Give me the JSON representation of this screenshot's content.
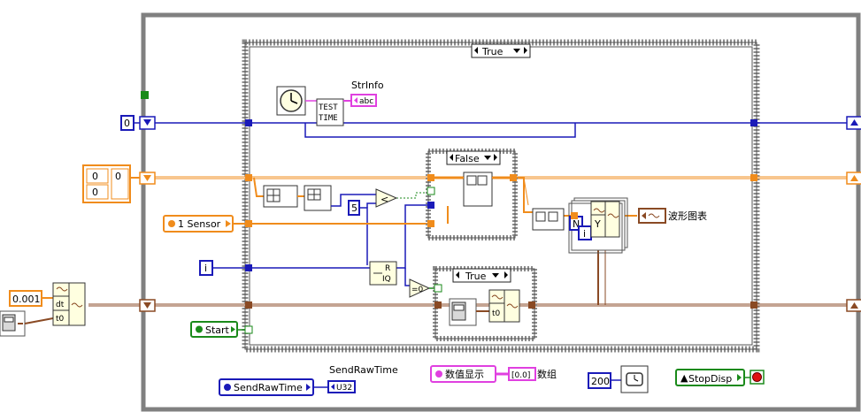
{
  "colors": {
    "loop_frame": "#808080",
    "case_frame": "#8c8c8c",
    "wire_blue": "#1a1ab8",
    "wire_orange": "#f08c1c",
    "wire_brown": "#8a4a24",
    "wire_green": "#1a8a1a",
    "wire_pink": "#e040e0",
    "stop_red": "#e01010"
  },
  "case_main": {
    "selector": "True"
  },
  "case_inner_false": {
    "selector": "False"
  },
  "case_inner_true": {
    "selector": "True"
  },
  "constants": {
    "zero_left": "0",
    "array_idx_a": "0",
    "array_idx_b": "0",
    "array_val": "0",
    "dt_value": "0.001",
    "five": "5",
    "wait_ms": "200"
  },
  "labels": {
    "strinfo": "StrInfo",
    "str_terminal": "abc",
    "test_time_line1": "TEST",
    "test_time_line2": "TIME",
    "sensor_control": "1 Sensor",
    "iteration": "i",
    "start_control": "Start",
    "send_raw_time_label": "SendRawTime",
    "send_raw_time_control": "SendRawTime",
    "u32_terminal": "U32",
    "numeric_display": "数值显示",
    "array_label": "数组",
    "array_terminal": "[0.0]",
    "waveform_chart": "波形图表",
    "stop_disp": "StopDisp",
    "loop_N": "N",
    "loop_i": "i",
    "dt_text": "dt",
    "t0_text": "t0",
    "t0_text2": "t0",
    "eq_zero": "=0",
    "compare_lt": "<",
    "quotient_R": "R",
    "quotient_IQ": "IQ"
  }
}
